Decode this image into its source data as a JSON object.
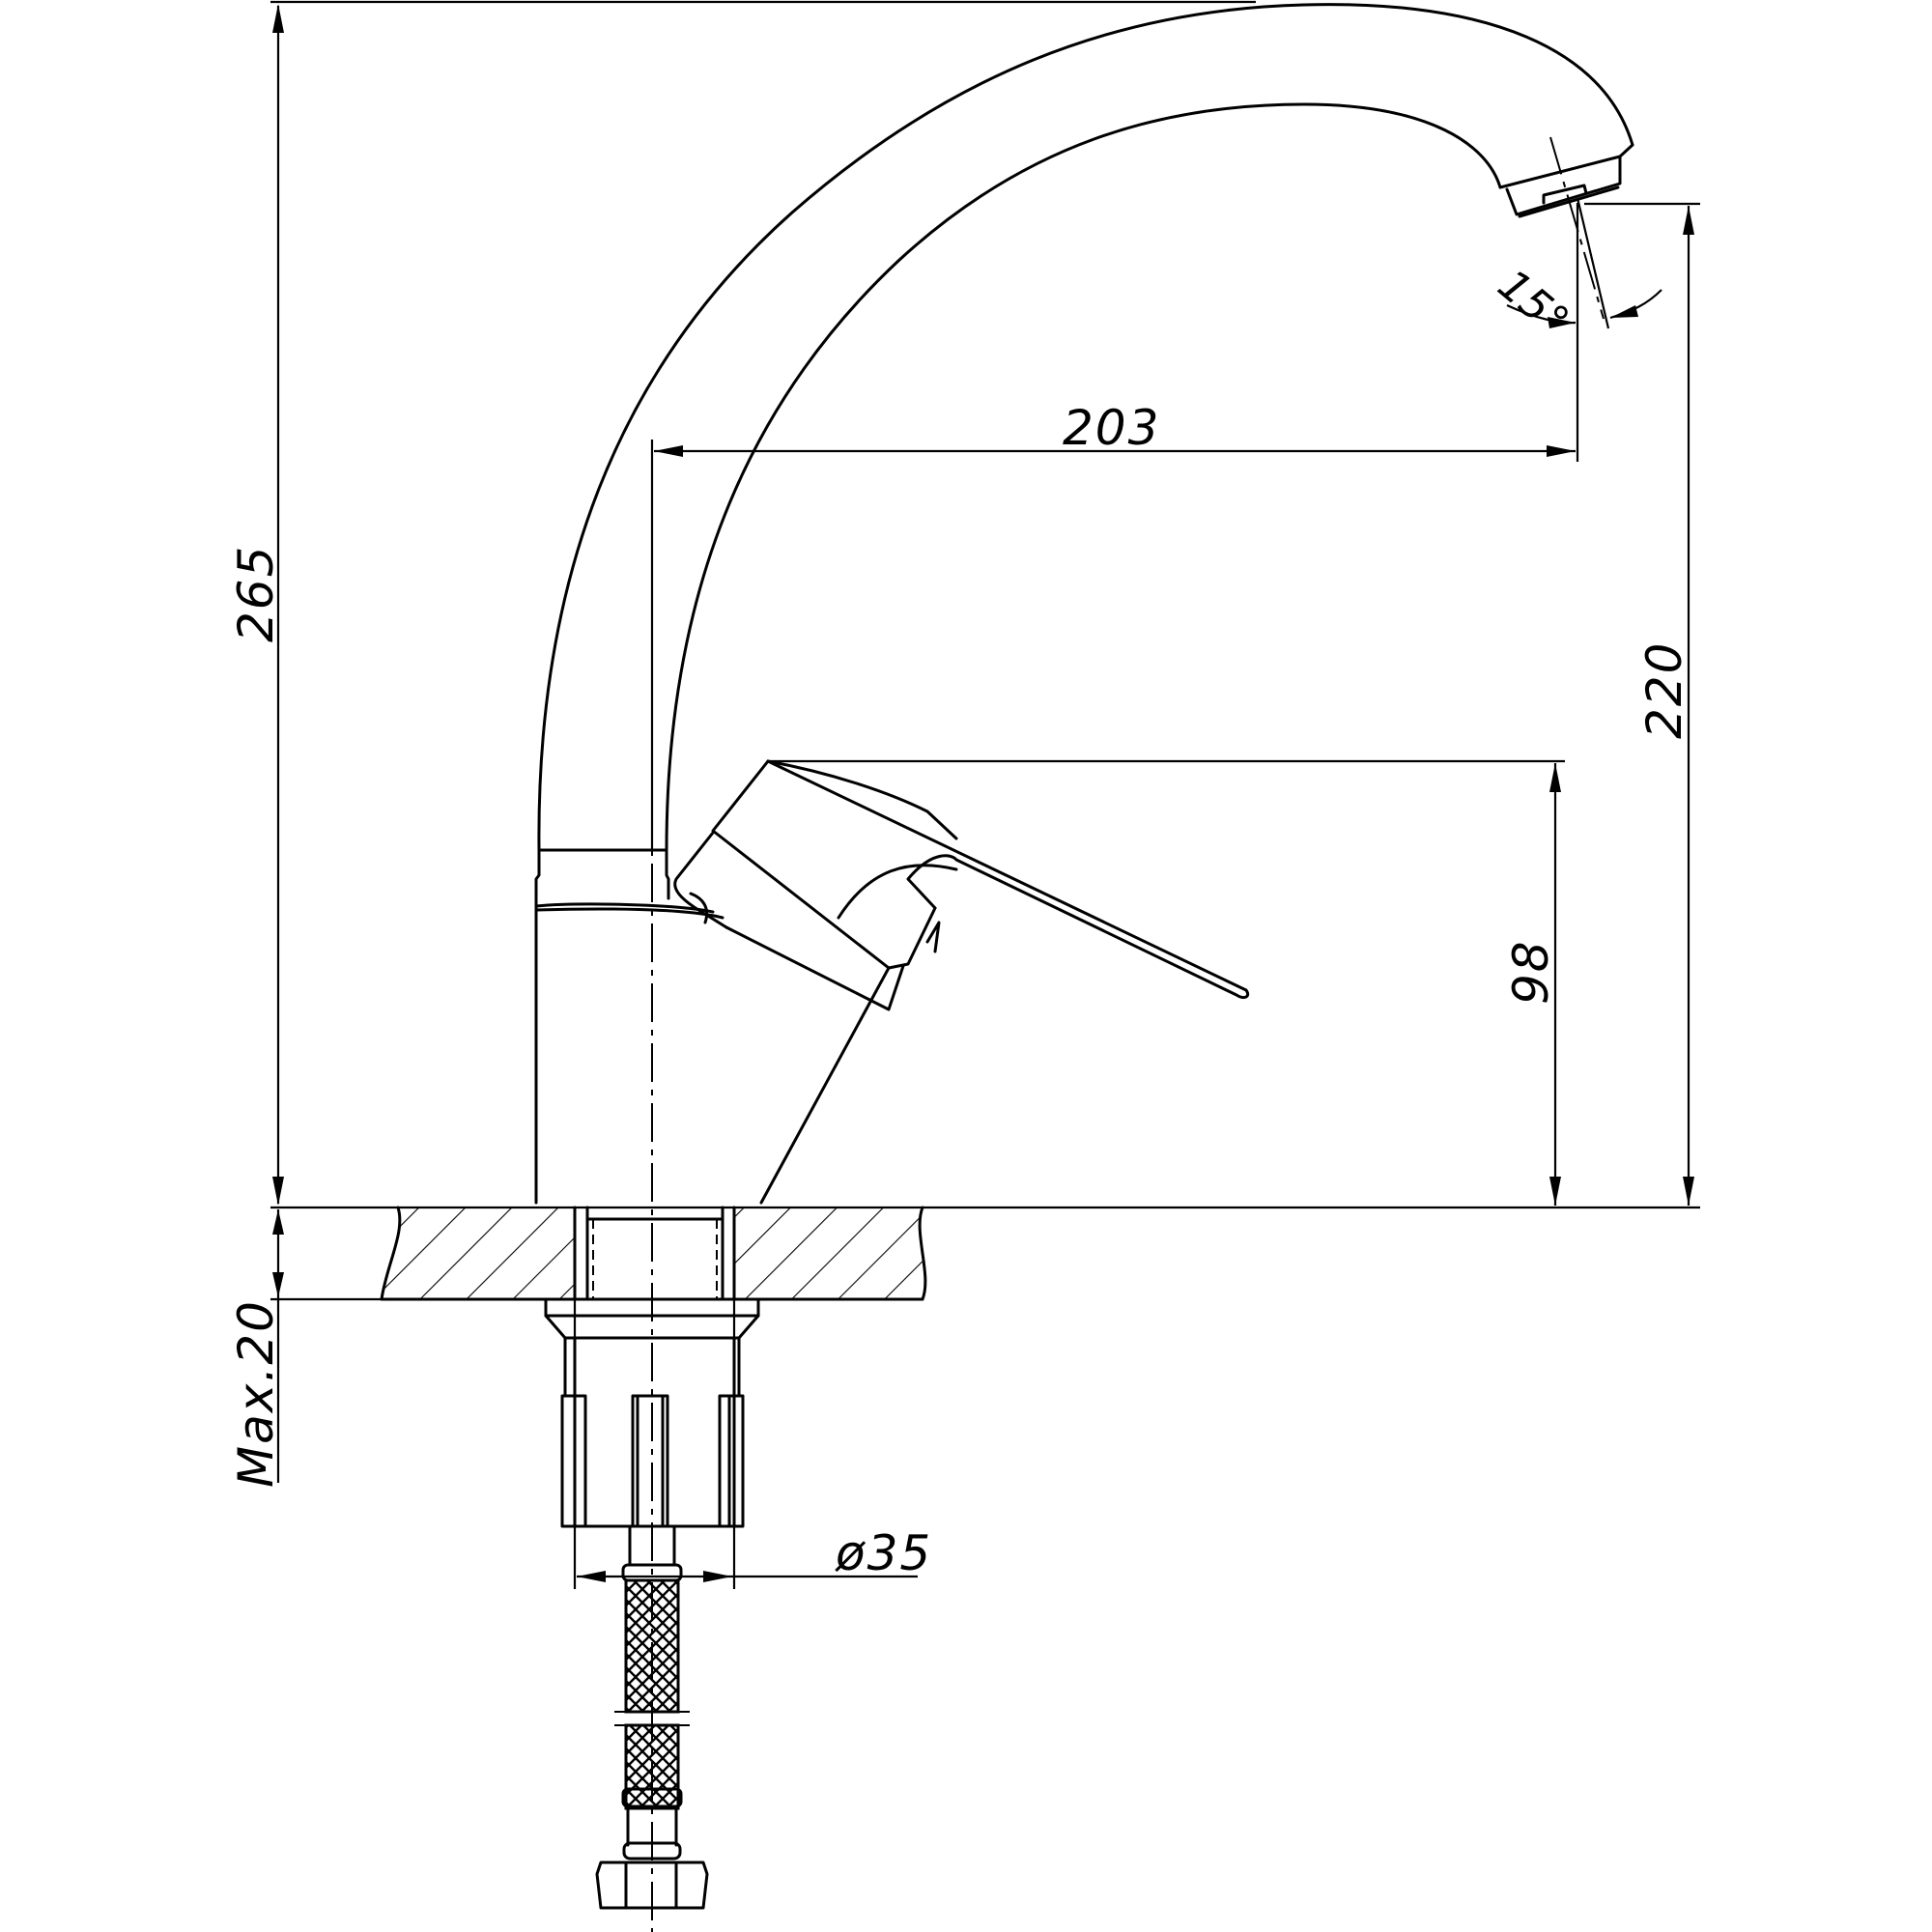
{
  "drawing": {
    "title": "Single-lever kitchen faucet — side elevation with dimensions",
    "units": "mm",
    "line_color": "#000000",
    "background": "#ffffff"
  },
  "dimensions": {
    "overall_height": {
      "label": "265",
      "orientation": "vertical"
    },
    "spout_outlet_height": {
      "label": "220",
      "orientation": "vertical"
    },
    "lever_height": {
      "label": "98",
      "orientation": "vertical"
    },
    "spout_reach": {
      "label": "203",
      "orientation": "horizontal"
    },
    "spout_outlet_angle": {
      "label": "15°",
      "orientation": "angular"
    },
    "countertop_thickness": {
      "label": "Max.20",
      "orientation": "vertical"
    },
    "mounting_hole_diameter": {
      "label": "ø35",
      "orientation": "horizontal"
    }
  },
  "parts": [
    {
      "id": "spout",
      "name": "Swivel spout"
    },
    {
      "id": "aerator",
      "name": "Aerator"
    },
    {
      "id": "lever",
      "name": "Single lever handle"
    },
    {
      "id": "body",
      "name": "Faucet body"
    },
    {
      "id": "countertop",
      "name": "Countertop section (hatched)"
    },
    {
      "id": "mounting-nut",
      "name": "Mounting nut / fixing"
    },
    {
      "id": "flex-hose",
      "name": "Braided flexible hose"
    },
    {
      "id": "hex-nut",
      "name": "Hose connection hex nut"
    }
  ]
}
